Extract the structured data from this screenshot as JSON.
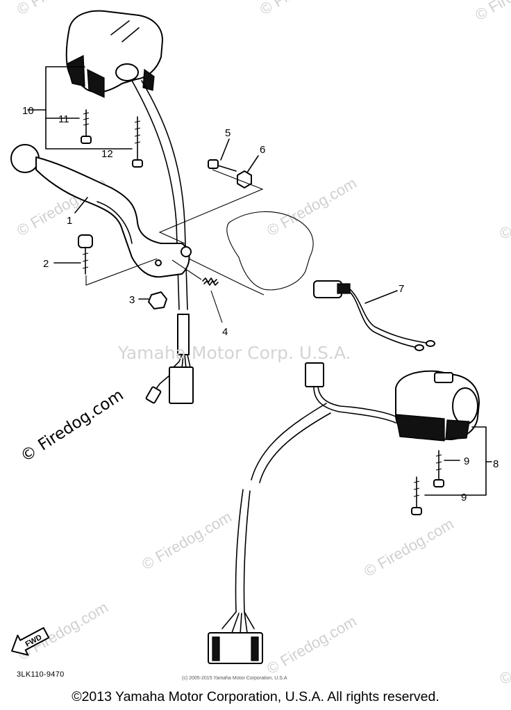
{
  "diagram": {
    "part_code": "3LK110-9470",
    "small_copyright": "(c) 2005-2015 Yamaha Motor Corporation, U.S.A",
    "footer_copyright": "©2013 Yamaha Motor Corporation, U.S.A. All rights reserved.",
    "center_watermark": "Yamaha Motor Corp. U.S.A.",
    "fwd_label": "FWD",
    "watermark_text": "© Firedog.com",
    "callouts": {
      "c1": "1",
      "c2": "2",
      "c3": "3",
      "c4": "4",
      "c5": "5",
      "c6": "6",
      "c7": "7",
      "c8": "8",
      "c9a": "9",
      "c9b": "9",
      "c10": "10",
      "c11": "11",
      "c12": "12"
    }
  }
}
